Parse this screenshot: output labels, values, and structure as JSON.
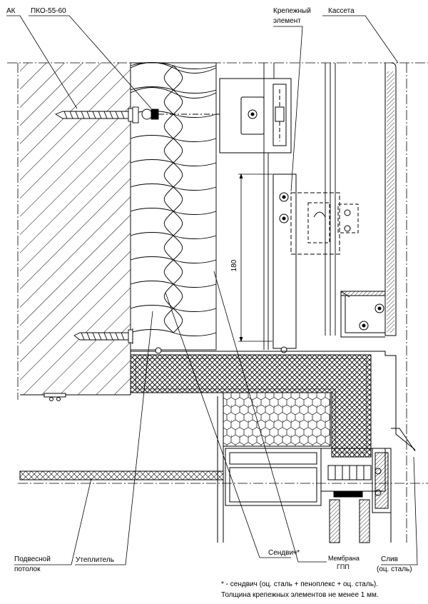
{
  "labels": {
    "ak": "АК",
    "pko": "ПКО-55-60",
    "fastener_line1": "Крепежный",
    "fastener_line2": "элемент",
    "cassette": "Кассета",
    "ceiling_line1": "Подвесной",
    "ceiling_line2": "потолок",
    "insulation": "Утеплитель",
    "sandwich": "Сендвич*",
    "membrane_line1": "Мембрана",
    "membrane_line2": "ГПП",
    "drip_line1": "Слив",
    "drip_line2": "(оц. сталь)",
    "dimension": "180"
  },
  "notes": {
    "line1": "* - сендвич (оц. сталь + пеноплекс + оц. сталь).",
    "line2": "Толщина крепежных элементов не менее 1 мм."
  }
}
